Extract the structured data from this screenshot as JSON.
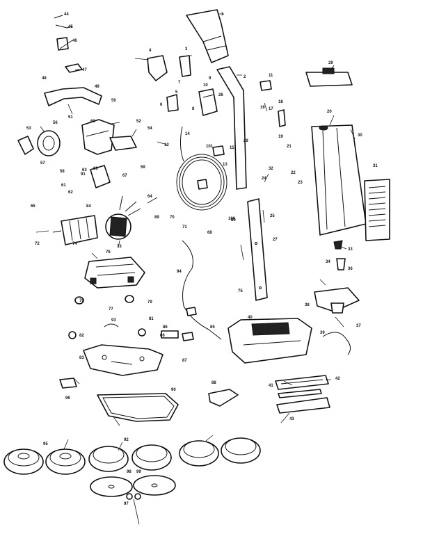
{
  "labels": [
    {
      "id": "p1",
      "text": "1"
    },
    {
      "id": "p2",
      "text": "2"
    },
    {
      "id": "p3",
      "text": "3"
    },
    {
      "id": "p4",
      "text": "4"
    },
    {
      "id": "p5",
      "text": "5"
    },
    {
      "id": "p6",
      "text": "6"
    },
    {
      "id": "p7",
      "text": "7"
    },
    {
      "id": "p8",
      "text": "8"
    },
    {
      "id": "p9",
      "text": "9"
    },
    {
      "id": "p10",
      "text": "10"
    },
    {
      "id": "p11",
      "text": "11"
    },
    {
      "id": "p12",
      "text": "12"
    },
    {
      "id": "p13",
      "text": "13"
    },
    {
      "id": "p14",
      "text": "14"
    },
    {
      "id": "p15",
      "text": "15"
    },
    {
      "id": "p16",
      "text": "16"
    },
    {
      "id": "p17",
      "text": "17"
    },
    {
      "id": "p18",
      "text": "18"
    },
    {
      "id": "p19",
      "text": "19"
    },
    {
      "id": "p20",
      "text": "20"
    },
    {
      "id": "p21",
      "text": "21"
    },
    {
      "id": "p22",
      "text": "22"
    },
    {
      "id": "p23",
      "text": "23"
    },
    {
      "id": "p24",
      "text": "24"
    },
    {
      "id": "p25",
      "text": "25"
    },
    {
      "id": "p26",
      "text": "26"
    },
    {
      "id": "p27",
      "text": "27"
    },
    {
      "id": "p28",
      "text": "28"
    },
    {
      "id": "p29",
      "text": "29"
    },
    {
      "id": "p30",
      "text": "30"
    },
    {
      "id": "p31",
      "text": "31"
    },
    {
      "id": "p32",
      "text": "32"
    },
    {
      "id": "p33",
      "text": "33"
    },
    {
      "id": "p34",
      "text": "34"
    },
    {
      "id": "p36",
      "text": "36"
    },
    {
      "id": "p37",
      "text": "37"
    },
    {
      "id": "p38",
      "text": "38"
    },
    {
      "id": "p39",
      "text": "39"
    },
    {
      "id": "p40",
      "text": "40"
    },
    {
      "id": "p41",
      "text": "41"
    },
    {
      "id": "p42",
      "text": "42"
    },
    {
      "id": "p43",
      "text": "43"
    },
    {
      "id": "p44",
      "text": "44"
    },
    {
      "id": "p45",
      "text": "45"
    },
    {
      "id": "p46",
      "text": "46"
    },
    {
      "id": "p47",
      "text": "47"
    },
    {
      "id": "p48",
      "text": "48"
    },
    {
      "id": "p49",
      "text": "49"
    },
    {
      "id": "p50",
      "text": "50"
    },
    {
      "id": "p51",
      "text": "51"
    },
    {
      "id": "p52",
      "text": "52"
    },
    {
      "id": "p53",
      "text": "53"
    },
    {
      "id": "p54",
      "text": "54"
    },
    {
      "id": "p56",
      "text": "56"
    },
    {
      "id": "p57",
      "text": "57"
    },
    {
      "id": "p58",
      "text": "58"
    },
    {
      "id": "p59",
      "text": "59"
    },
    {
      "id": "p60",
      "text": "60"
    },
    {
      "id": "p61",
      "text": "61"
    },
    {
      "id": "p62",
      "text": "62"
    },
    {
      "id": "p63",
      "text": "63"
    },
    {
      "id": "p64",
      "text": "64"
    },
    {
      "id": "p65",
      "text": "65"
    },
    {
      "id": "p66",
      "text": "66"
    },
    {
      "id": "p67",
      "text": "67"
    },
    {
      "id": "p68",
      "text": "68"
    },
    {
      "id": "p69",
      "text": "69"
    },
    {
      "id": "p70",
      "text": "70"
    },
    {
      "id": "p71",
      "text": "71"
    },
    {
      "id": "p72",
      "text": "72"
    },
    {
      "id": "p73",
      "text": "73"
    },
    {
      "id": "p74",
      "text": "74"
    },
    {
      "id": "p75",
      "text": "75"
    },
    {
      "id": "p76",
      "text": "76"
    },
    {
      "id": "p77",
      "text": "77"
    },
    {
      "id": "p78",
      "text": "78"
    },
    {
      "id": "p79",
      "text": "79"
    },
    {
      "id": "p80",
      "text": "80"
    },
    {
      "id": "p81",
      "text": "81"
    },
    {
      "id": "p82",
      "text": "82"
    },
    {
      "id": "p83",
      "text": "83"
    },
    {
      "id": "p84",
      "text": "84"
    },
    {
      "id": "p85",
      "text": "85"
    },
    {
      "id": "p86",
      "text": "86"
    },
    {
      "id": "p87",
      "text": "87"
    },
    {
      "id": "p88",
      "text": "88"
    },
    {
      "id": "p89",
      "text": "89"
    },
    {
      "id": "p90",
      "text": "90"
    },
    {
      "id": "p91",
      "text": "91"
    },
    {
      "id": "p92",
      "text": "92"
    },
    {
      "id": "p93",
      "text": "93"
    },
    {
      "id": "p94",
      "text": "94"
    },
    {
      "id": "p95",
      "text": "95"
    },
    {
      "id": "p96",
      "text": "96"
    },
    {
      "id": "p97",
      "text": "97"
    },
    {
      "id": "p98",
      "text": "98"
    },
    {
      "id": "p99",
      "text": "99"
    },
    {
      "id": "p100",
      "text": "100"
    },
    {
      "id": "p101",
      "text": "101"
    }
  ]
}
